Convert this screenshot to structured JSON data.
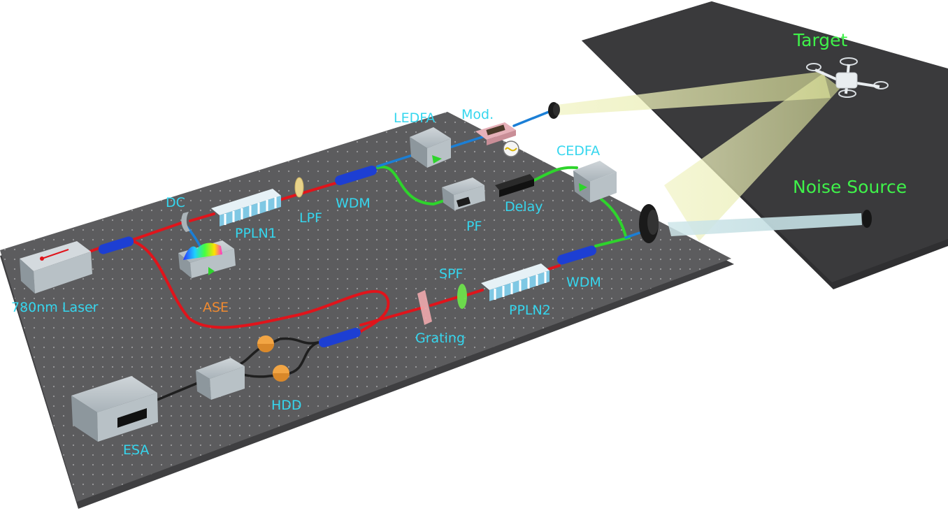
{
  "labels": {
    "target": "Target",
    "noise_source": "Noise Source",
    "ledfa": "LEDFA",
    "mod": "Mod.",
    "cedfa": "CEDFA",
    "dc": "DC",
    "ppln1": "PPLN1",
    "lpf": "LPF",
    "wdm_top": "WDM",
    "pf": "PF",
    "delay": "Delay",
    "laser": "780nm Laser",
    "ase": "ASE",
    "spf": "SPF",
    "ppln2": "PPLN2",
    "wdm_bottom": "WDM",
    "grating": "Grating",
    "hdd": "HDD",
    "esa": "ESA"
  },
  "colors": {
    "table": "#5c5c5e",
    "table_dark": "#3f3f41",
    "field": "#3a3a3c",
    "red_fiber": "#e0141b",
    "green_fiber": "#2ed42c",
    "blue_fiber": "#1b7fd6",
    "beam": "#e8ecb0",
    "label_cyan": "#35d6ee",
    "label_green": "#3ff24a",
    "label_orange": "#f08a30"
  }
}
